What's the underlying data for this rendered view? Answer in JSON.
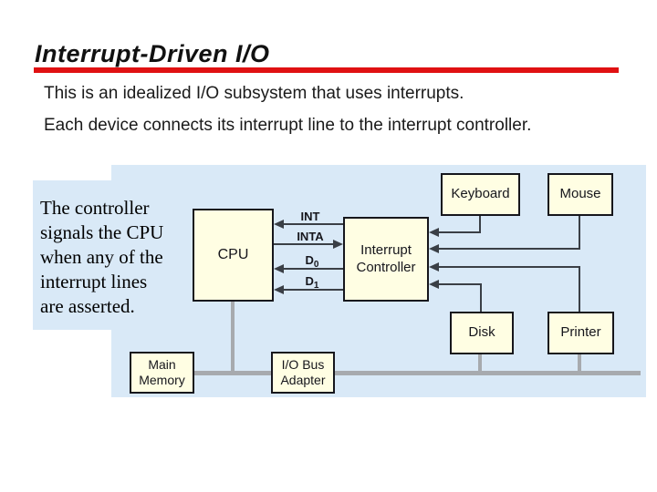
{
  "slide": {
    "title": "Interrupt-Driven I/O",
    "body_lines": [
      "This is an idealized I/O subsystem that uses interrupts.",
      "Each device connects its interrupt line to the interrupt controller."
    ],
    "note_lines": [
      "The controller",
      "signals the CPU",
      "when any of the",
      "interrupt lines",
      "are asserted."
    ]
  },
  "colors": {
    "accent_rule": "#e01112",
    "panel_bg": "#d9e9f7",
    "box_fill": "#fffee3",
    "box_border": "#16161c",
    "signal_line": "#3a3f46",
    "bus_gray": "#a7aaae"
  },
  "diagram": {
    "boxes": {
      "cpu": {
        "label": "CPU"
      },
      "interrupt_controller": {
        "line1": "Interrupt",
        "line2": "Controller"
      },
      "keyboard": {
        "label": "Keyboard"
      },
      "mouse": {
        "label": "Mouse"
      },
      "disk": {
        "label": "Disk"
      },
      "printer": {
        "label": "Printer"
      },
      "main_memory": {
        "line1": "Main",
        "line2": "Memory"
      },
      "io_bus_adapter": {
        "line1": "I/O Bus",
        "line2": "Adapter"
      }
    },
    "signals": [
      {
        "text": "INT",
        "sub": ""
      },
      {
        "text": "INTA",
        "sub": ""
      },
      {
        "text": "D",
        "sub": "0"
      },
      {
        "text": "D",
        "sub": "1"
      }
    ]
  }
}
